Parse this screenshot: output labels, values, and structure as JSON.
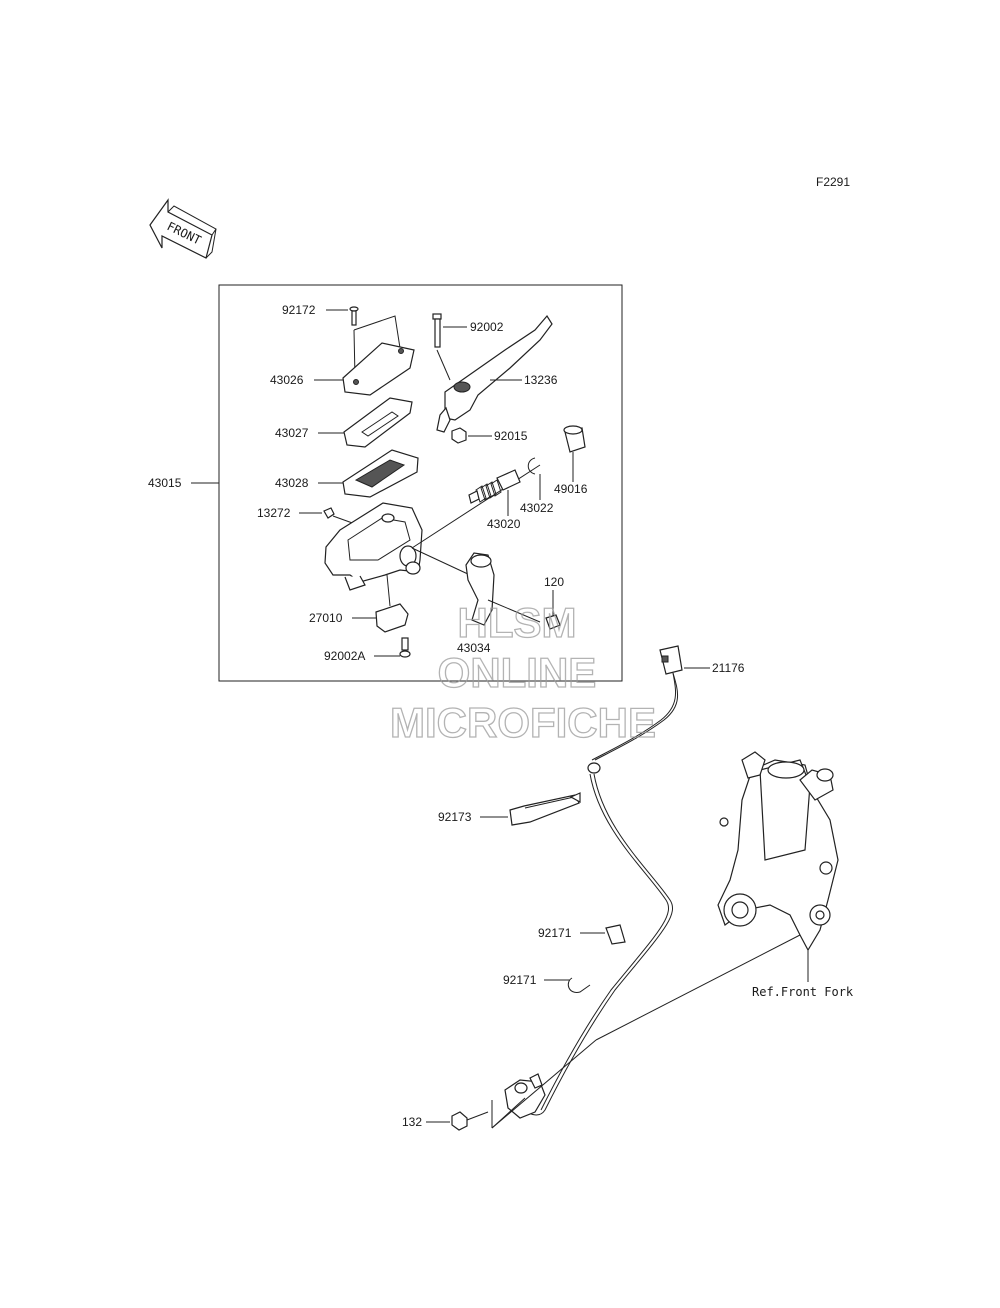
{
  "diagram_code": "F2291",
  "front_arrow_text": "FRONT",
  "parts": {
    "p43015": "43015",
    "p92172": "92172",
    "p43026": "43026",
    "p43027": "43027",
    "p43028": "43028",
    "p13272": "13272",
    "p27010": "27010",
    "p92002A": "92002A",
    "p92002": "92002",
    "p13236": "13236",
    "p92015": "92015",
    "p49016": "49016",
    "p43022": "43022",
    "p43020": "43020",
    "p120": "120",
    "p43034": "43034",
    "p21176": "21176",
    "p92173": "92173",
    "p92171a": "92171",
    "p92171b": "92171",
    "p132": "132",
    "ref_front_fork": "Ref.Front Fork"
  },
  "watermark": {
    "line1": "HLSM",
    "line2": "ONLINE",
    "line3": "MICROFICHE"
  }
}
